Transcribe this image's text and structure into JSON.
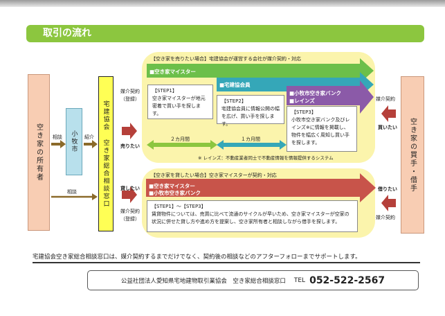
{
  "title": "取引の流れ",
  "seller": {
    "label": "空き家の所有者"
  },
  "buyer": {
    "label": "空き家の買手・借手"
  },
  "city": {
    "label": "小牧市"
  },
  "center": {
    "label": "宅建協会 空き家総合相談窓口"
  },
  "left_arrows": {
    "consult1": "相談",
    "intro": "紹介",
    "consult2": "相談"
  },
  "side_notes": {
    "broker_contract_left_top": "媒介契約（登録）",
    "broker_contract_left_bottom": "媒介契約（登録）",
    "broker_contract_right_top": "媒介契約",
    "broker_contract_right_bottom": "媒介契約",
    "want_sell": "売りたい",
    "want_lend": "貸したい",
    "want_buy": "買いたい",
    "want_borrow": "借りたい"
  },
  "sell_case": {
    "heading": "【空き家を売りたい場合】宅建協会が運営する会社が媒介契約・対応",
    "bar1": "■空き家マイスター",
    "bar2": "■宅建協会員",
    "bar3a": "■小牧市空き家バンク",
    "bar3b": "■レインズ",
    "step1_title": "【STEP1】",
    "step1_text": "空き家マイスターが地元密着で買い手を探します。",
    "step2_title": "【STEP2】",
    "step2_text": "宅建協会員に情報公開の幅を広げ、買い手を探します。",
    "step3_title": "【STEP3】",
    "step3_text": "小牧市空き家バンク及びレインズ※に情報を掲載し、物件を幅広く周知し買い手を探します。",
    "period1": "２カ月間",
    "period2": "１カ月間",
    "footnote": "※ レインズ：不動産業者同士で不動産情報を情報提供するシステム"
  },
  "lend_case": {
    "heading": "【空き家を貸したい場合】空き家マイスターが契約・対応",
    "bar1": "■空き家マイスター",
    "bar2": "■小牧市空き家バンク",
    "step_title": "【STEP1】～【STEP3】",
    "step_text": "賃貸物件については、売買に比べて流通のサイクルが早いため、空き家マイスターが空家の状況に併せた貸し方や進め方を提案し、空き家所有者と相談しながら借手を探します。"
  },
  "support_line": "宅建協会空き家総合相談窓口は、媒介契約するまでだけでなく、契約後の相談などのアフターフォローまでサポートします。",
  "contact": {
    "org": "公益社団法人愛知県宅地建物取引業協会　空き家総合相談窓口",
    "tel_label": "TEL",
    "tel": "052-522-2567"
  },
  "colors": {
    "green": "#8cc63f",
    "peach": "#f8cdb3",
    "city_blue": "#b8e0ec",
    "center_yellow": "#ffff55",
    "panel": "#fbf4ac",
    "bar1": "#6cbf4a",
    "bar2": "#35a7b8",
    "bar3": "#8b5aa8",
    "red": "#c8544a",
    "arrow_red": "#b5403a"
  }
}
